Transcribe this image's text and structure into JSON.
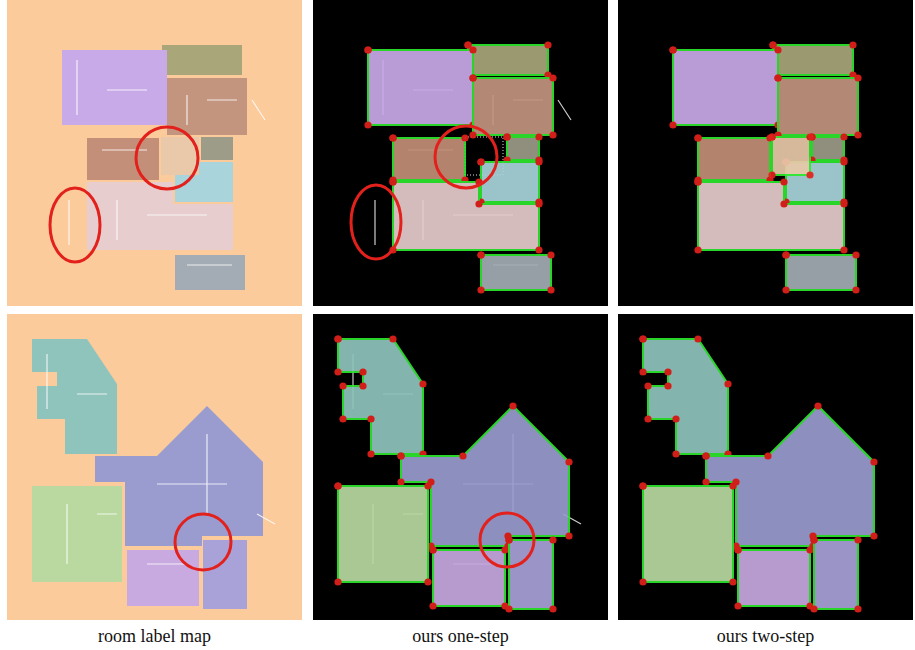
{
  "diagram": {
    "labels": [
      "room label map",
      "ours one-step",
      "ours two-step"
    ]
  }
}
